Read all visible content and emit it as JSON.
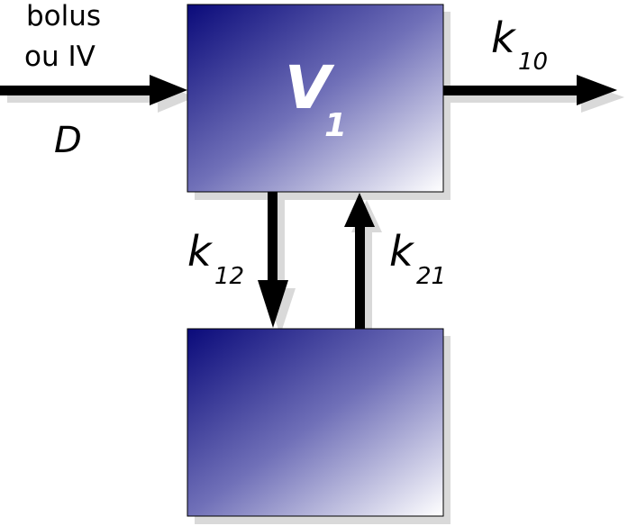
{
  "input": {
    "line1": "bolus",
    "line2": "ou IV",
    "dose_symbol": "D"
  },
  "central_compartment": {
    "symbol": "V",
    "subscript": "1"
  },
  "elimination": {
    "symbol": "k",
    "subscript": "10"
  },
  "transfer_central_to_peripheral": {
    "symbol": "k",
    "subscript": "12"
  },
  "transfer_peripheral_to_central": {
    "symbol": "k",
    "subscript": "21"
  },
  "colors": {
    "box_dark": "#0a0a7a",
    "box_light": "#ffffff",
    "arrow": "#000000",
    "shadow": "#d9d9d9"
  }
}
